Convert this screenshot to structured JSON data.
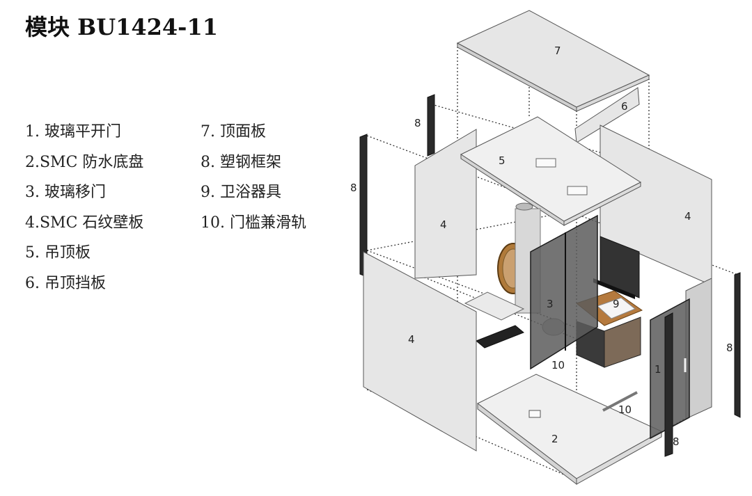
{
  "title": "模块 BU1424-11",
  "legend": {
    "left": [
      "1. 玻璃平开门",
      "2.SMC 防水底盘",
      "3. 玻璃移门",
      "4.SMC 石纹壁板",
      "5. 吊顶板",
      "6. 吊顶挡板"
    ],
    "right": [
      "7. 顶面板",
      "8. 塑钢框架",
      "9. 卫浴器具",
      "10. 门槛兼滑轨"
    ]
  },
  "diagram": {
    "labels": {
      "top_panel": "7",
      "ceiling_baffle": "6",
      "frame_upper": "8",
      "frame_left": "8",
      "frame_right": "8",
      "frame_bottom": "8",
      "ceiling_board": "5",
      "wall_back_left": "4",
      "wall_back_right": "4",
      "wall_front_left": "4",
      "sliding_door": "3",
      "fixtures": "9",
      "threshold_inner": "10",
      "threshold_outer": "10",
      "swing_door": "1",
      "base_tray": "2"
    }
  }
}
